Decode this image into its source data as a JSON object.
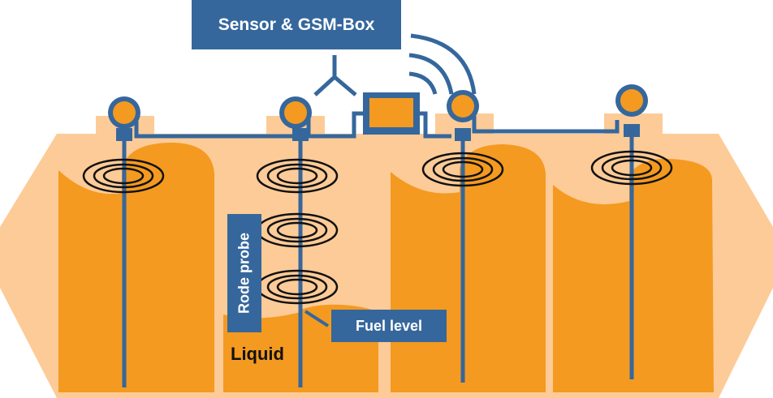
{
  "diagram": {
    "title": "Sensor & GSM-Box",
    "labels": {
      "rode_probe": "Rode probe",
      "fuel_level": "Fuel level",
      "liquid": "Liquid"
    },
    "probe_count": 4,
    "compartment_count": 4,
    "colors": {
      "tank_body": "#fdcb97",
      "liquid": "#f49a20",
      "accent_blue": "#35679c",
      "label_text": "#ffffff",
      "ring_lines": "#111111"
    }
  }
}
